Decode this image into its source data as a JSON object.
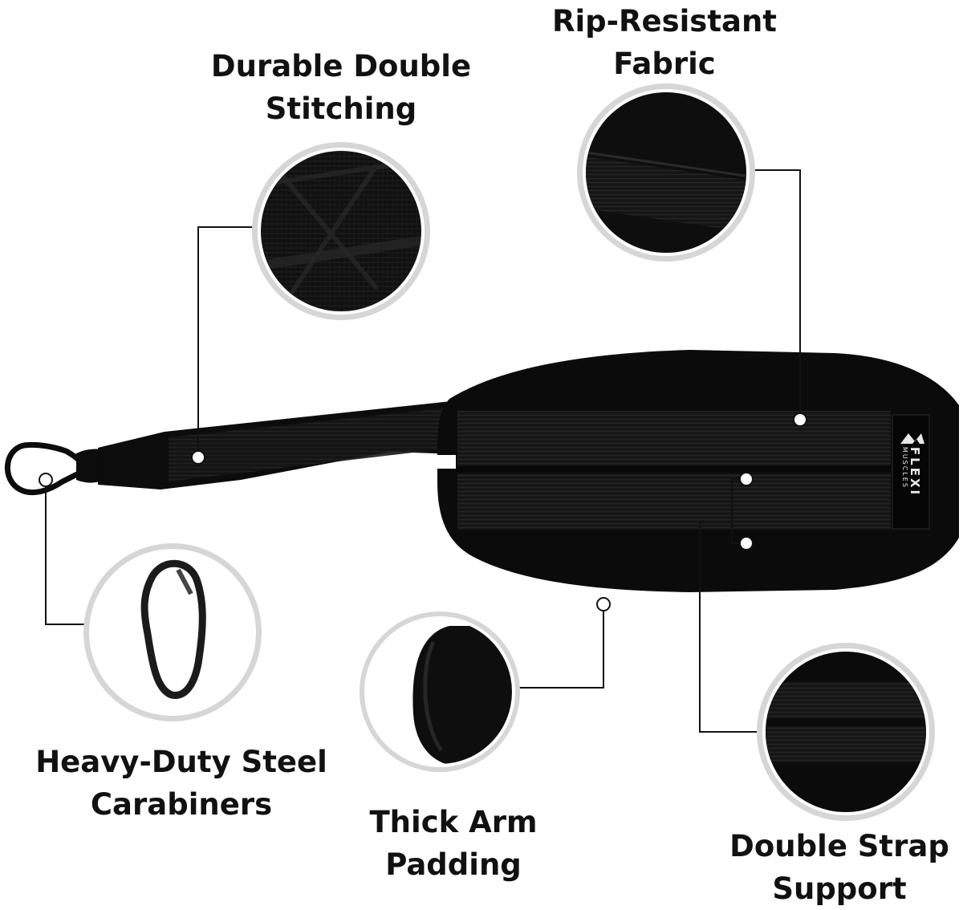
{
  "callouts": {
    "stitching": {
      "line1": "Durable Double",
      "line2": "Stitching"
    },
    "fabric": {
      "line1": "Rip-Resistant",
      "line2": "Fabric"
    },
    "carabiners": {
      "line1": "Heavy-Duty Steel",
      "line2": "Carabiners"
    },
    "padding": {
      "line1": "Thick Arm",
      "line2": "Padding"
    },
    "straps": {
      "line1": "Double Strap",
      "line2": "Support"
    }
  },
  "brand": {
    "name": "FLEXI",
    "sub": "MUSCLES"
  },
  "colors": {
    "background": "#ffffff",
    "text": "#111111",
    "product": "#0b0b0b",
    "strap": "#171717",
    "ring": "#d6d6d6",
    "connector": "#111111",
    "brand_text": "#e8e8e8"
  }
}
